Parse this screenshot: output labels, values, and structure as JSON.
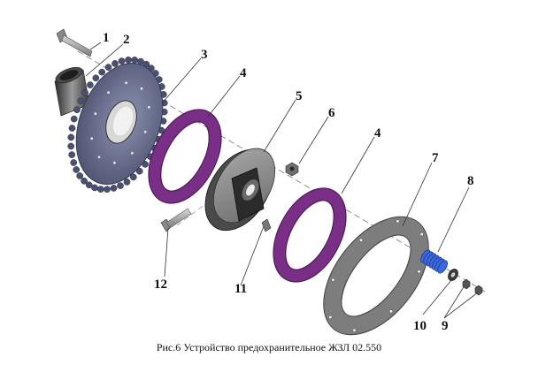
{
  "callouts": {
    "c1": "1",
    "c2": "2",
    "c3": "3",
    "c4a": "4",
    "c5": "5",
    "c6": "6",
    "c4b": "4",
    "c7": "7",
    "c8": "8",
    "c9": "9",
    "c10": "10",
    "c11": "11",
    "c12": "12"
  },
  "caption": "Рис.6 Устройство предохранительное ЖЗЛ 02.550",
  "colors": {
    "friction_disc": "#7a2f86",
    "friction_disc_edge": "#4a1a55",
    "plate": "#8a8a8a",
    "spring": "#2f5bd0",
    "sprocket": "#5a5f7d",
    "hub": "#3b3b3b"
  }
}
